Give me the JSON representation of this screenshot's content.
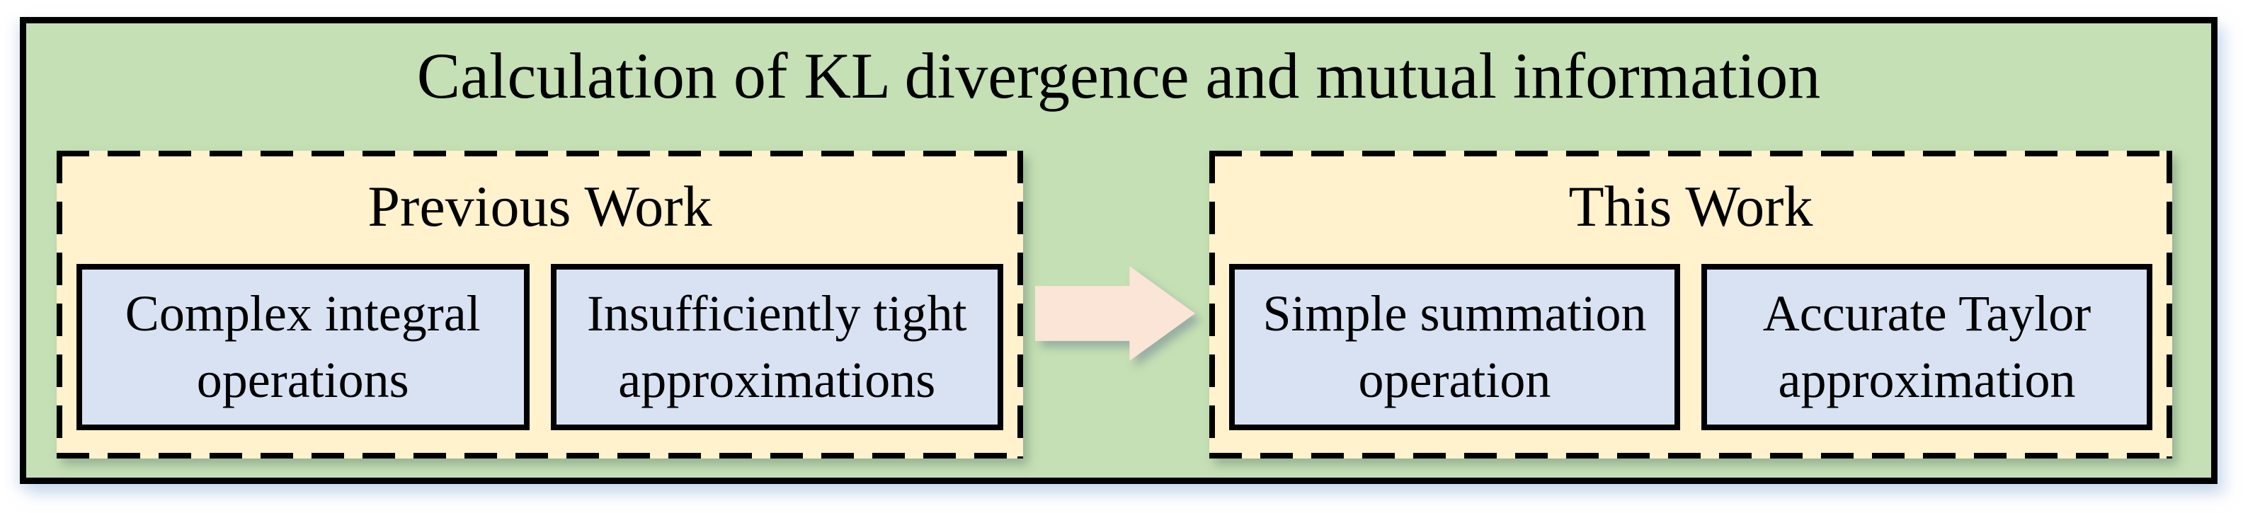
{
  "title": "Calculation of KL divergence and mutual information",
  "colors": {
    "frame_bg": "#c5e0b4",
    "panel_bg": "#fff2cc",
    "box_bg": "#d9e2f3",
    "arrow_fill": "#fbe5d6",
    "border": "#000000"
  },
  "panels": {
    "previous": {
      "header": "Previous Work",
      "boxes": [
        {
          "label": "Complex integral\noperations"
        },
        {
          "label": "Insufficiently tight\napproximations"
        }
      ]
    },
    "this": {
      "header": "This Work",
      "boxes": [
        {
          "label": "Simple summation\noperation"
        },
        {
          "label": "Accurate Taylor\napproximation"
        }
      ]
    }
  },
  "arrow": {
    "direction": "right"
  }
}
